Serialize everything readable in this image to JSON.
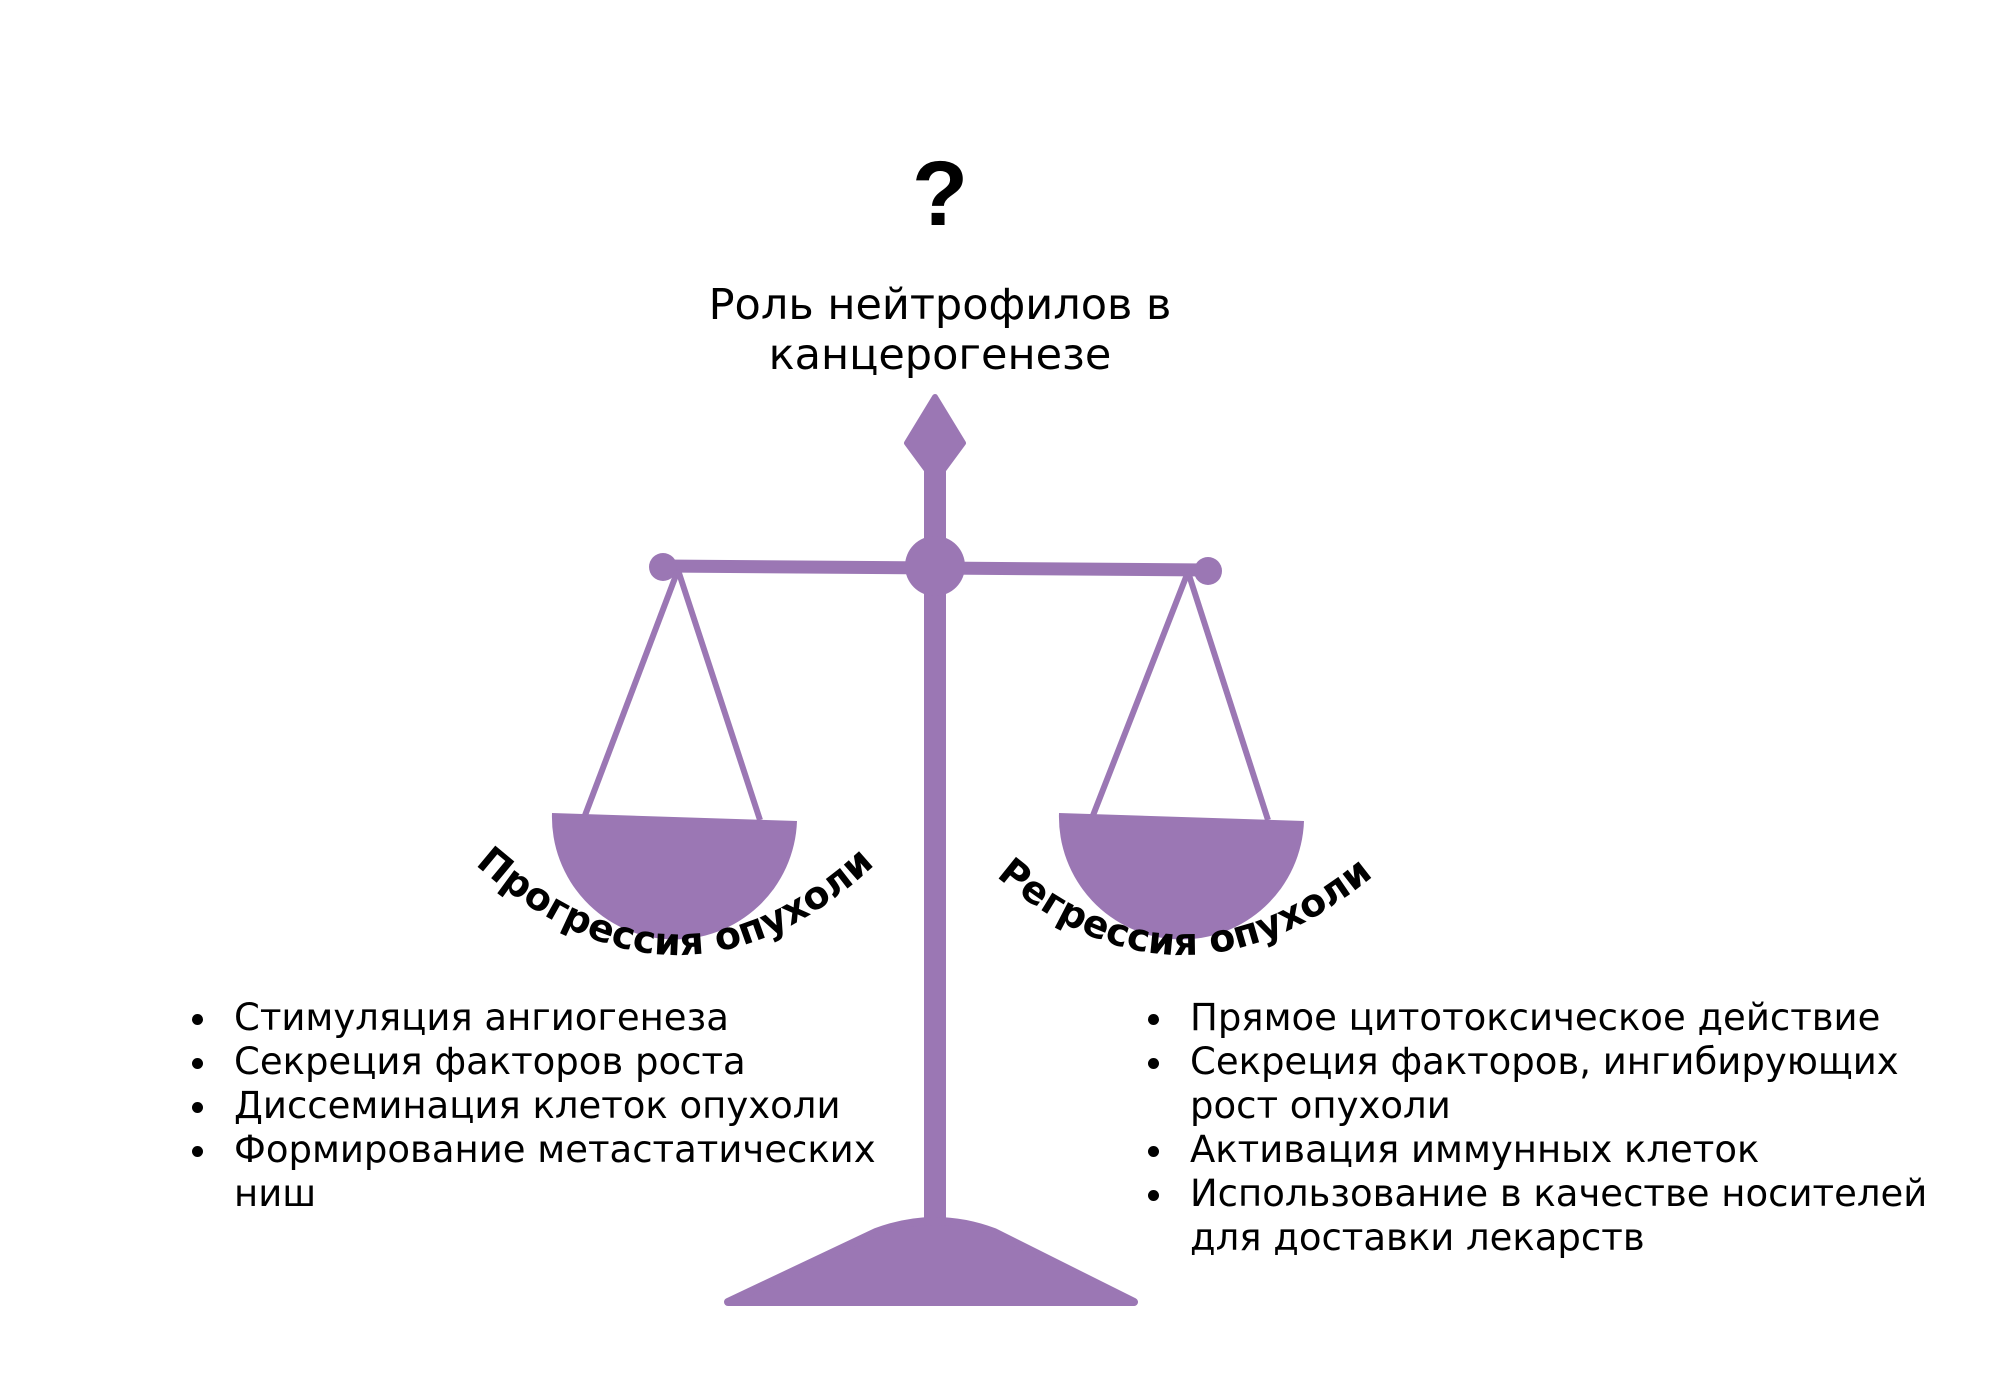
{
  "diagram": {
    "question_mark": "?",
    "title": "Роль нейтрофилов в\nканцерогенезе",
    "accent_color": "#9b77b4",
    "left_side": {
      "label": "Прогрессия опухоли",
      "items": [
        "Стимуляция ангиогенеза",
        "Секреция факторов роста",
        "Диссеминация клеток опухоли",
        "Формирование метастатических ниш"
      ]
    },
    "right_side": {
      "label": "Регрессия опухоли",
      "items": [
        "Прямое цитотоксическое действие",
        "Секреция факторов, ингибирующих рост опухоли",
        "Активация иммунных клеток",
        "Использование в качестве носителей для доставки лекарств"
      ]
    }
  }
}
